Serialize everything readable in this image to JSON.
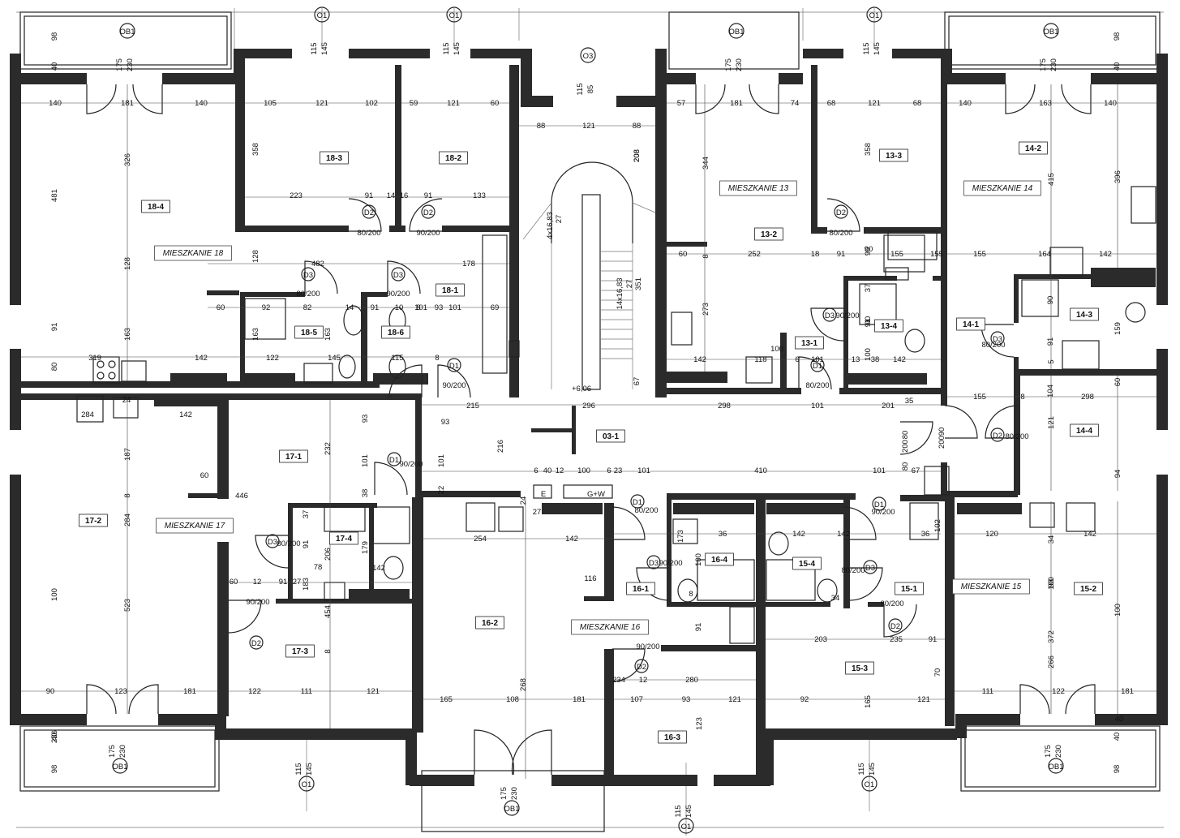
{
  "apartments": [
    {
      "label": "MIESZKANIE 18"
    },
    {
      "label": "MIESZKANIE 13"
    },
    {
      "label": "MIESZKANIE 14"
    },
    {
      "label": "MIESZKANIE 17"
    },
    {
      "label": "MIESZKANIE 16"
    },
    {
      "label": "MIESZKANIE 15"
    }
  ],
  "rooms": [
    "18-4",
    "18-3",
    "18-2",
    "18-1",
    "18-5",
    "18-6",
    "13-2",
    "13-3",
    "13-4",
    "13-1",
    "14-2",
    "14-1",
    "14-3",
    "14-4",
    "03-1",
    "17-1",
    "17-2",
    "17-4",
    "17-3",
    "16-2",
    "16-1",
    "16-4",
    "16-3",
    "15-4",
    "15-3",
    "15-1",
    "15-2"
  ],
  "windows_top": [
    {
      "tag": "OB1",
      "dims": [
        "175",
        "230"
      ],
      "side": [
        "98",
        "40"
      ]
    },
    {
      "tag": "O1",
      "dims": [
        "115",
        "145"
      ]
    },
    {
      "tag": "O1",
      "dims": [
        "115",
        "145"
      ]
    },
    {
      "tag": "O3",
      "dims": [
        "115",
        "85"
      ]
    },
    {
      "tag": "OB1",
      "dims": [
        "175",
        "230"
      ]
    },
    {
      "tag": "O1",
      "dims": [
        "115",
        "145"
      ]
    },
    {
      "tag": "OB1",
      "dims": [
        "175",
        "230"
      ],
      "side": [
        "98",
        "40"
      ]
    }
  ],
  "windows_bottom": [
    {
      "tag": "OB1",
      "dims": [
        "175",
        "230"
      ],
      "side": [
        "40",
        "98"
      ]
    },
    {
      "tag": "O1",
      "dims": [
        "115",
        "145"
      ]
    },
    {
      "tag": "OB1",
      "dims": [
        "175",
        "230"
      ]
    },
    {
      "tag": "O1",
      "dims": [
        "115",
        "145"
      ]
    },
    {
      "tag": "O1",
      "dims": [
        "115",
        "145"
      ]
    },
    {
      "tag": "OB1",
      "dims": [
        "175",
        "230"
      ],
      "side": [
        "40",
        "98"
      ]
    }
  ],
  "doors": [
    "D2",
    "D2",
    "D3",
    "D3",
    "D2",
    "D3",
    "D3",
    "D1",
    "D1",
    "D2",
    "D3",
    "D1",
    "D1",
    "D3",
    "D3",
    "D2",
    "D2",
    "D1",
    "D2"
  ],
  "door_sizes": [
    "80/200",
    "90/200",
    "100"
  ],
  "stair": {
    "level": "+6,06",
    "run1": "4x16,83",
    "run1b": "27",
    "run2": "14x16,83",
    "run2b": "27",
    "run2c": "351",
    "rise": "208",
    "sixty7": "67",
    "meter": "G+W",
    "e": "E"
  },
  "dimensions": [
    "140",
    "181",
    "140",
    "105",
    "121",
    "102",
    "59",
    "121",
    "60",
    "88",
    "121",
    "88",
    "57",
    "181",
    "74",
    "68",
    "121",
    "68",
    "140",
    "163",
    "140",
    "326",
    "481",
    "358",
    "358",
    "344",
    "415",
    "396",
    "208",
    "223",
    "91",
    "14",
    "16",
    "91",
    "133",
    "252",
    "18",
    "91",
    "155",
    "155",
    "164",
    "142",
    "128",
    "128",
    "482",
    "178",
    "60",
    "8",
    "273",
    "90",
    "90",
    "60",
    "93",
    "92",
    "82",
    "14",
    "91",
    "10",
    "8",
    "101",
    "69",
    "37",
    "91",
    "155",
    "90",
    "159",
    "91",
    "163",
    "163",
    "163",
    "101",
    "91",
    "90",
    "80",
    "319",
    "142",
    "122",
    "145",
    "115",
    "8",
    "142",
    "118",
    "100",
    "6",
    "101",
    "13",
    "38",
    "100",
    "142",
    "5",
    "60",
    "215",
    "296",
    "298",
    "101",
    "201",
    "35",
    "155",
    "8",
    "298",
    "104",
    "284",
    "142",
    "93",
    "93",
    "216",
    "90",
    "200",
    "101",
    "121",
    "80",
    "200",
    "187",
    "232",
    "101",
    "60",
    "8",
    "446",
    "6",
    "40",
    "12",
    "100",
    "6",
    "23",
    "101",
    "410",
    "101",
    "67",
    "80",
    "94",
    "38",
    "22",
    "24",
    "27",
    "37",
    "91",
    "206",
    "179",
    "142",
    "254",
    "142",
    "173",
    "36",
    "142",
    "142",
    "36",
    "102",
    "120",
    "142",
    "284",
    "100",
    "100",
    "523",
    "372",
    "100",
    "183",
    "78",
    "116",
    "60",
    "12",
    "91",
    "27",
    "8",
    "34",
    "34",
    "93",
    "100",
    "454",
    "8",
    "280",
    "203",
    "235",
    "91",
    "70",
    "266",
    "234",
    "12",
    "91",
    "90",
    "123",
    "181",
    "122",
    "111",
    "121",
    "165",
    "108",
    "181",
    "107",
    "93",
    "121",
    "92",
    "165",
    "121",
    "111",
    "122",
    "181",
    "123",
    "268",
    "236",
    "40",
    "24",
    "27"
  ]
}
